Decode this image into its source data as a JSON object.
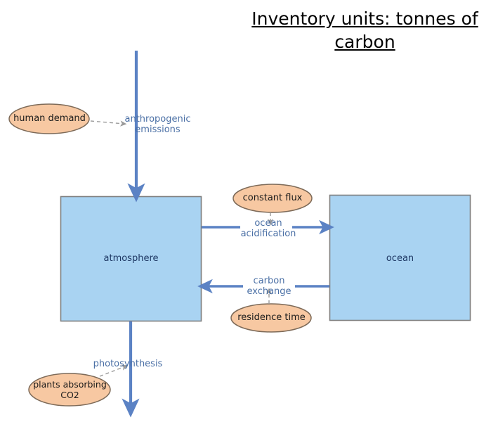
{
  "title": {
    "line1": "Inventory units: tonnes of",
    "line2": "carbon"
  },
  "colors": {
    "box_fill": "#a9d3f2",
    "box_stroke": "#7f7f7f",
    "ellipse_fill": "#f7c8a2",
    "ellipse_stroke": "#7d6a58",
    "arrow_blue": "#5b82c4",
    "dashed_grey": "#9a9a9a",
    "flow_text": "#4a6fa5",
    "box_text": "#1f3864",
    "title_text": "#000000"
  },
  "boxes": [
    {
      "id": "atmosphere",
      "label": "atmosphere"
    },
    {
      "id": "ocean",
      "label": "ocean"
    }
  ],
  "ellipses": [
    {
      "id": "human-demand",
      "label": "human demand"
    },
    {
      "id": "constant-flux",
      "label": "constant flux"
    },
    {
      "id": "residence-time",
      "label": "residence time"
    },
    {
      "id": "plants-absorbing-co2",
      "line1": "plants absorbing",
      "line2": "CO2"
    }
  ],
  "flow_labels": [
    {
      "id": "anthropogenic-emissions",
      "line1": "anthropogenic",
      "line2": "emissions"
    },
    {
      "id": "ocean-acidification",
      "line1": "ocean",
      "line2": "acidification"
    },
    {
      "id": "carbon-exchange",
      "line1": "carbon",
      "line2": "exchange"
    },
    {
      "id": "photosynthesis",
      "line1": "photosynthesis"
    }
  ],
  "arrows": [
    {
      "id": "anthropogenic-emissions-arrow",
      "direction": "down",
      "into": "atmosphere"
    },
    {
      "id": "ocean-acidification-arrow",
      "direction": "right",
      "from": "atmosphere",
      "into": "ocean"
    },
    {
      "id": "carbon-exchange-arrow",
      "direction": "left",
      "from": "ocean",
      "into": "atmosphere"
    },
    {
      "id": "photosynthesis-arrow",
      "direction": "down",
      "from": "atmosphere"
    }
  ],
  "connectors": [
    {
      "id": "human-demand-connector",
      "style": "dashed",
      "direction": "right"
    },
    {
      "id": "constant-flux-connector",
      "style": "dashed",
      "direction": "down"
    },
    {
      "id": "residence-time-connector",
      "style": "dashed",
      "direction": "up"
    },
    {
      "id": "plants-connector",
      "style": "dashed",
      "direction": "up-right"
    }
  ]
}
